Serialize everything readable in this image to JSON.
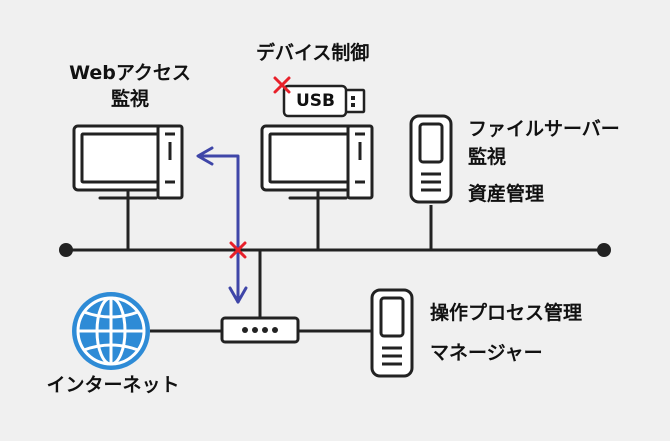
{
  "labels": {
    "web_access_line1": "Webアクセス",
    "web_access_line2": "監視",
    "device_control": "デバイス制御",
    "usb": "USB",
    "file_server_line1": "ファイルサーバー",
    "file_server_line2": "監視",
    "asset_management": "資産管理",
    "operation_process_management": "操作プロセス管理",
    "manager": "マネージャー",
    "internet": "インターネット"
  },
  "colors": {
    "background": "#f0f0f0",
    "line": "#222222",
    "device_fill": "#ffffff",
    "arrow": "#3f46a8",
    "block_mark": "#e8202a",
    "globe": "#2e8bd6"
  },
  "icons": {
    "pc_left": "desktop-computer-icon",
    "pc_center": "desktop-computer-icon",
    "file_server": "server-tower-icon",
    "manager_server": "server-tower-icon",
    "router": "router-icon",
    "internet": "globe-icon",
    "usb": "usb-stick-icon",
    "block": "cross-mark-icon"
  }
}
